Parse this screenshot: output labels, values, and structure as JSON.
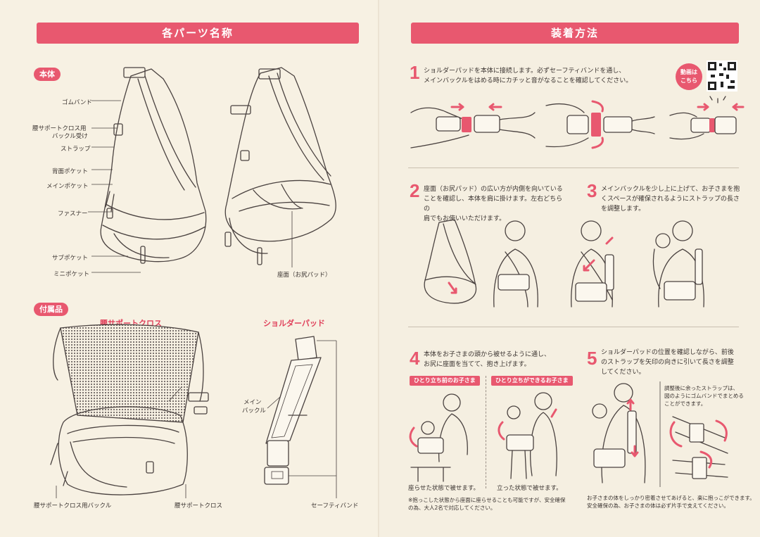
{
  "left": {
    "banner": "各パーツ名称",
    "section_body": "本体",
    "labels": {
      "gomu": "ゴムバンド",
      "buckle_recv_1": "腰サポートクロス用",
      "buckle_recv_2": "バックル受け",
      "strap": "ストラップ",
      "back_pocket": "背面ポケット",
      "main_pocket": "メインポケット",
      "fastener": "ファスナー",
      "sub_pocket": "サブポケット",
      "mini_pocket": "ミニポケット",
      "seat": "座面（お尻パッド）"
    },
    "section_acc": "付属品",
    "acc_title_1": "腰サポートクロス",
    "acc_title_2": "ショルダーパッド",
    "acc_labels": {
      "main_buckle_1": "メイン",
      "main_buckle_2": "バックル",
      "cross_buckle": "腰サポートクロス用バックル",
      "cross": "腰サポートクロス",
      "safety": "セーフティバンド"
    }
  },
  "right": {
    "banner": "装着方法",
    "video_1": "動画は",
    "video_2": "こちら",
    "steps": [
      {
        "num": "1",
        "line1": "ショルダーパッドを本体に接続します。必ずセーフティバンドを通し、",
        "line2": "メインバックルをはめる時にカチッと音がなることを確認してください。"
      },
      {
        "num": "2",
        "line1": "座面（お尻パッド）の広い方が内側を向いている",
        "line2": "ことを確認し、本体を肩に掛けます。左右どちらの",
        "line3": "肩でもお使いいただけます。"
      },
      {
        "num": "3",
        "line1": "メインバックルを少し上に上げて、お子さまを抱",
        "line2": "くスペースが確保されるようにストラップの長さ",
        "line3": "を調整します。"
      },
      {
        "num": "4",
        "line1": "本体をお子さまの頭から被せるように通し、",
        "line2": "お尻に座面を当てて、抱き上げます。"
      },
      {
        "num": "5",
        "line1": "ショルダーパッドの位置を確認しながら、前後",
        "line2": "のストラップを矢印の向きに引いて長さを調整",
        "line3": "してください。"
      }
    ],
    "tag_before": "ひとり立ち前のお子さま",
    "tag_after": "ひとり立ちができるお子さま",
    "cap_sit": "座らせた状態で被せます。",
    "cap_stand": "立った状態で被せます。",
    "strap_note_1": "調整後に余ったストラップは、",
    "strap_note_2": "図のようにゴムバンドでまとめる",
    "strap_note_3": "ことができます。",
    "note4_1": "※抱っこした状態から座面に座らせることも可能ですが、安全確保",
    "note4_2": "の為、大人2名で対応してください。",
    "note5_1": "お子さまの体をしっかり密着させてあげると、楽に抱っこができます。",
    "note5_2": "安全確保の為、お子さまの体は必ず片手で支えてください。"
  },
  "colors": {
    "accent": "#e8586f",
    "paper": "#f7f1e3",
    "ink": "#3a3330"
  }
}
